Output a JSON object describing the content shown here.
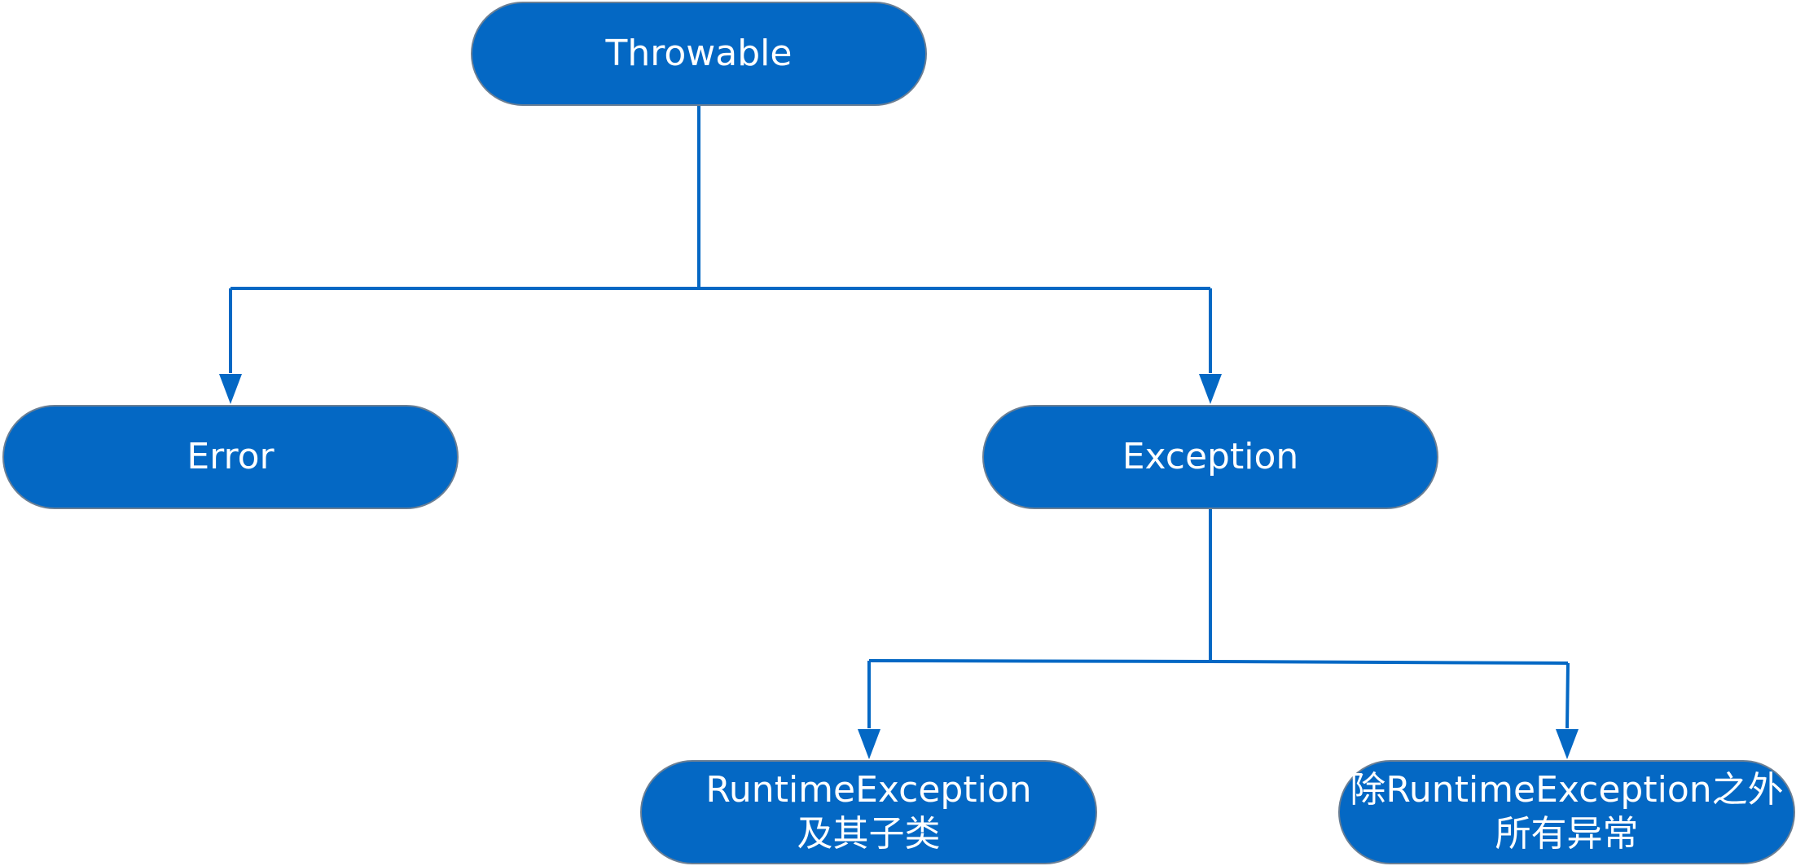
{
  "colors": {
    "node_fill": "#0468c4",
    "node_border": "#6b7f94",
    "connector": "#0468c4",
    "text": "#ffffff"
  },
  "nodes": {
    "throwable": {
      "label": "Throwable"
    },
    "error": {
      "label": "Error"
    },
    "exception": {
      "label": "Exception"
    },
    "runtime_exception": {
      "line1": "RuntimeException",
      "line2": "及其子类"
    },
    "other_exceptions": {
      "line1": "除RuntimeException之外",
      "line2": "所有异常"
    }
  },
  "edges": [
    {
      "from": "throwable",
      "to": "error"
    },
    {
      "from": "throwable",
      "to": "exception"
    },
    {
      "from": "exception",
      "to": "runtime_exception"
    },
    {
      "from": "exception",
      "to": "other_exceptions"
    }
  ]
}
